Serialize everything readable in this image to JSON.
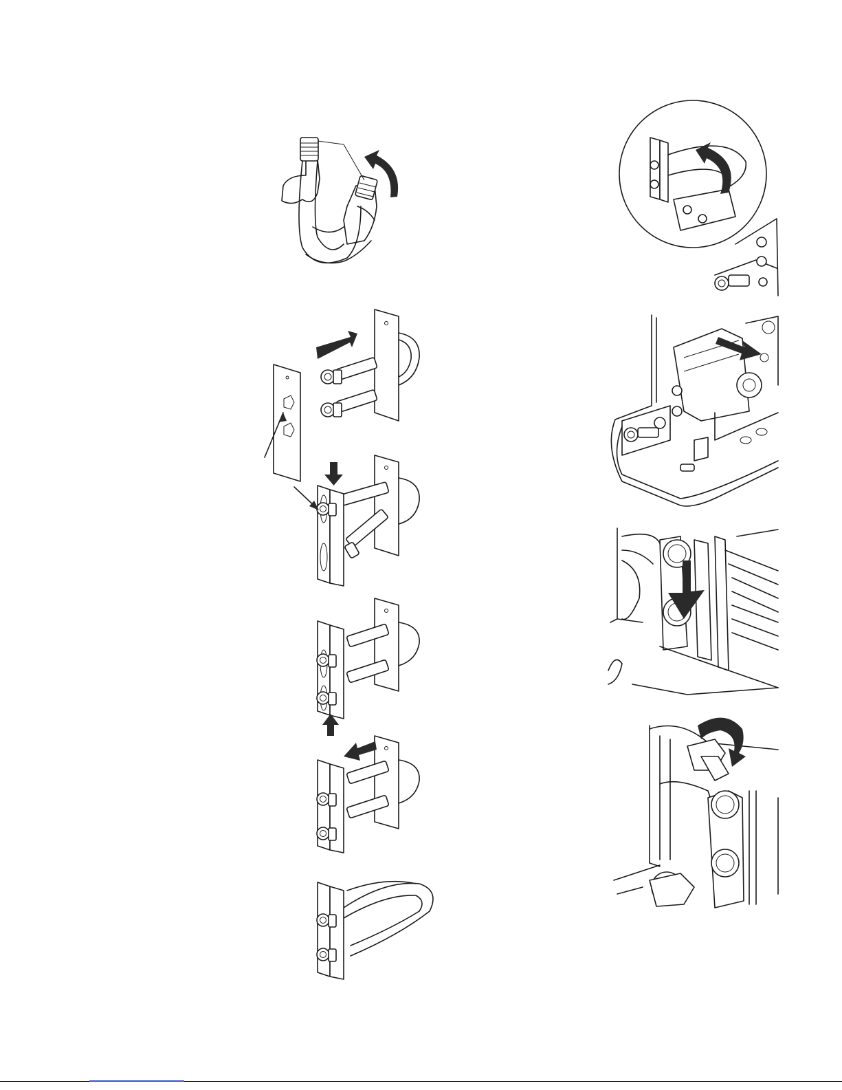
{
  "page": {
    "background": "#ffffff",
    "line_color": "#1a1a1a",
    "arrow_color": "#2a2a2a",
    "footer_link_color": "#3355cc"
  },
  "left_column": {
    "steps": [
      {
        "id": "bend-hose-by-hand",
        "arrow": "curved-up"
      },
      {
        "id": "slide-bracket-on",
        "arrow": "right",
        "callout": true
      },
      {
        "id": "insert-fitting",
        "arrow": "down",
        "callout": true
      },
      {
        "id": "raise-bracket",
        "arrow": "up"
      },
      {
        "id": "push-assembly",
        "arrow": "left"
      },
      {
        "id": "assembled-hose"
      }
    ]
  },
  "right_column": {
    "steps": [
      {
        "id": "detail-circle-rotate",
        "arrow": "curved-up"
      },
      {
        "id": "mount-on-machine",
        "arrow": "right"
      },
      {
        "id": "slide-down-in-slot",
        "arrow": "down"
      },
      {
        "id": "tighten-knob",
        "arrow": "curved-clockwise"
      }
    ]
  }
}
